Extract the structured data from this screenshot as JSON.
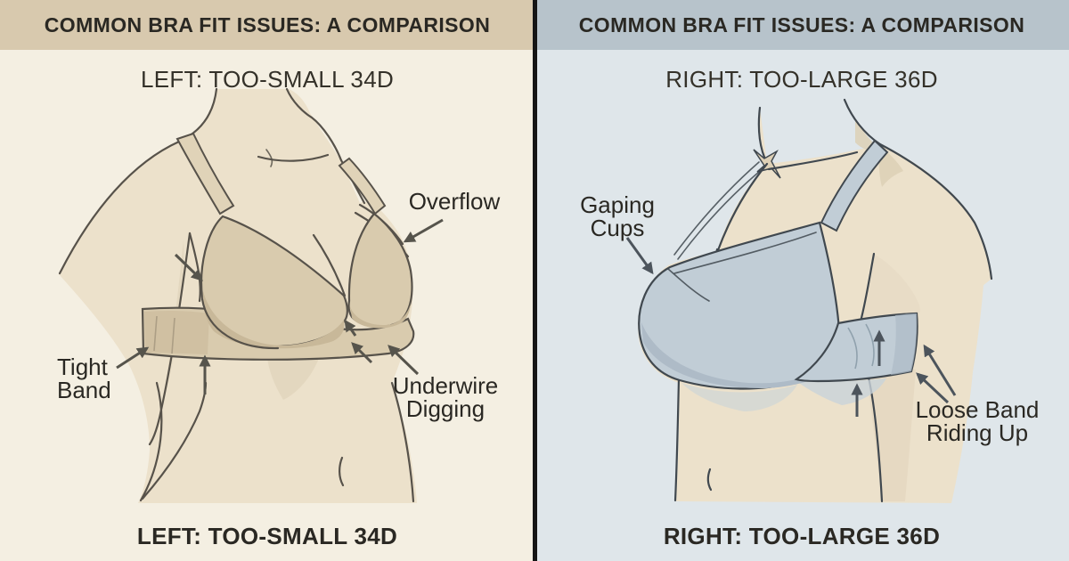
{
  "header": {
    "title": "COMMON BRA FIT ISSUES: A COMPARISON"
  },
  "left_panel": {
    "subtitle": "LEFT: TOO-SMALL 34D",
    "caption": "LEFT: TOO-SMALL 34D",
    "annotations": {
      "overflow": {
        "line1": "Overflow"
      },
      "tight_band": {
        "line1": "Tight",
        "line2": "Band"
      },
      "underwire_digging": {
        "line1": "Underwire",
        "line2": "Digging"
      }
    }
  },
  "right_panel": {
    "subtitle": "RIGHT: TOO-LARGE 36D",
    "caption": "RIGHT: TOO-LARGE 36D",
    "annotations": {
      "gaping_cups": {
        "line1": "Gaping",
        "line2": "Cups"
      },
      "loose_band": {
        "line1": "Loose Band",
        "line2": "Riding Up"
      }
    }
  },
  "colors": {
    "left_band": "#d8c9ae",
    "left_bg": "#f4efe2",
    "right_band": "#b7c3cb",
    "right_bg": "#dfe6ea",
    "divider": "#151515",
    "ink": "#2a2823",
    "ink_soft": "#343129",
    "skin": "#ece1cb",
    "skin_shade": "#ddd0b6",
    "left_bra": "#d9cbae",
    "left_bra_shade": "#c8b899",
    "left_strap": "#e0d3b8",
    "right_bra": "#c1cdd6",
    "right_bra_shade": "#aebbc7",
    "line_left": "#57524a",
    "line_right": "#40484f",
    "arrow_left": "#56544c",
    "arrow_right": "#4c545c"
  }
}
